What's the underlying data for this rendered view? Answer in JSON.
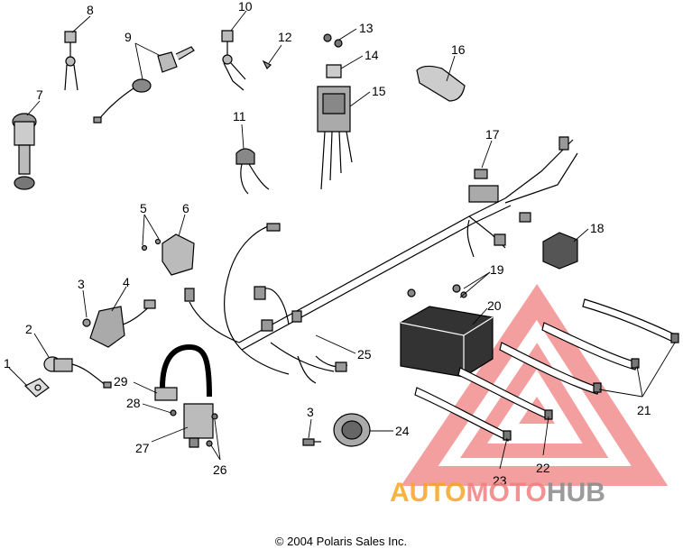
{
  "diagram": {
    "copyright": "© 2004 Polaris Sales Inc.",
    "callouts": {
      "c1": "1",
      "c2": "2",
      "c3a": "3",
      "c3b": "3",
      "c4": "4",
      "c5": "5",
      "c6": "6",
      "c7": "7",
      "c8": "8",
      "c9": "9",
      "c10": "10",
      "c11": "11",
      "c12": "12",
      "c13": "13",
      "c14": "14",
      "c15": "15",
      "c16": "16",
      "c17": "17",
      "c18": "18",
      "c19": "19",
      "c20": "20",
      "c21": "21",
      "c22": "22",
      "c23": "23",
      "c24": "24",
      "c25": "25",
      "c26": "26",
      "c27": "27",
      "c28": "28",
      "c29": "29"
    }
  },
  "watermark": {
    "word_part1": "AUTO",
    "word_part2": "MOTO",
    "word_part3": "HUB",
    "color_primary": "#f08080",
    "color_secondary": "#f5a623",
    "color_tertiary": "#9a9a9a"
  }
}
